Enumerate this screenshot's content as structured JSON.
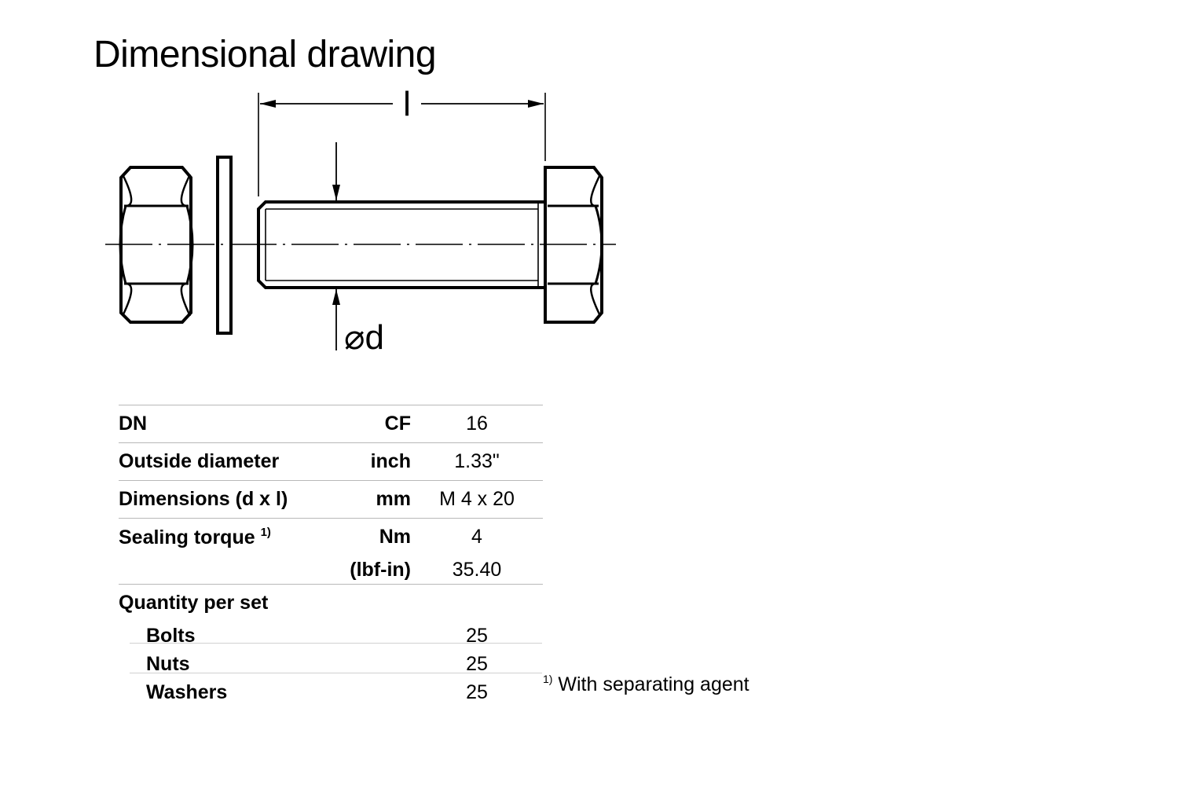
{
  "title": "Dimensional drawing",
  "drawing": {
    "length_label": "l",
    "diameter_label": "⌀d"
  },
  "table": {
    "dn": {
      "label": "DN",
      "unit": "CF",
      "value": "16"
    },
    "outside_diameter": {
      "label": "Outside diameter",
      "unit": "inch",
      "value": "1.33\""
    },
    "dimensions": {
      "label": "Dimensions (d x l)",
      "unit": "mm",
      "value": "M 4 x 20"
    },
    "sealing_torque": {
      "label": "Sealing torque",
      "footnote_mark": "1)",
      "unit": "Nm",
      "value": "4",
      "unit_alt": "(lbf-in)",
      "value_alt": "35.40"
    },
    "quantity": {
      "label": "Quantity per set",
      "items": [
        {
          "label": "Bolts",
          "value": "25"
        },
        {
          "label": "Nuts",
          "value": "25"
        },
        {
          "label": "Washers",
          "value": "25"
        }
      ]
    }
  },
  "footnote": {
    "mark": "1)",
    "text": "With separating agent"
  }
}
